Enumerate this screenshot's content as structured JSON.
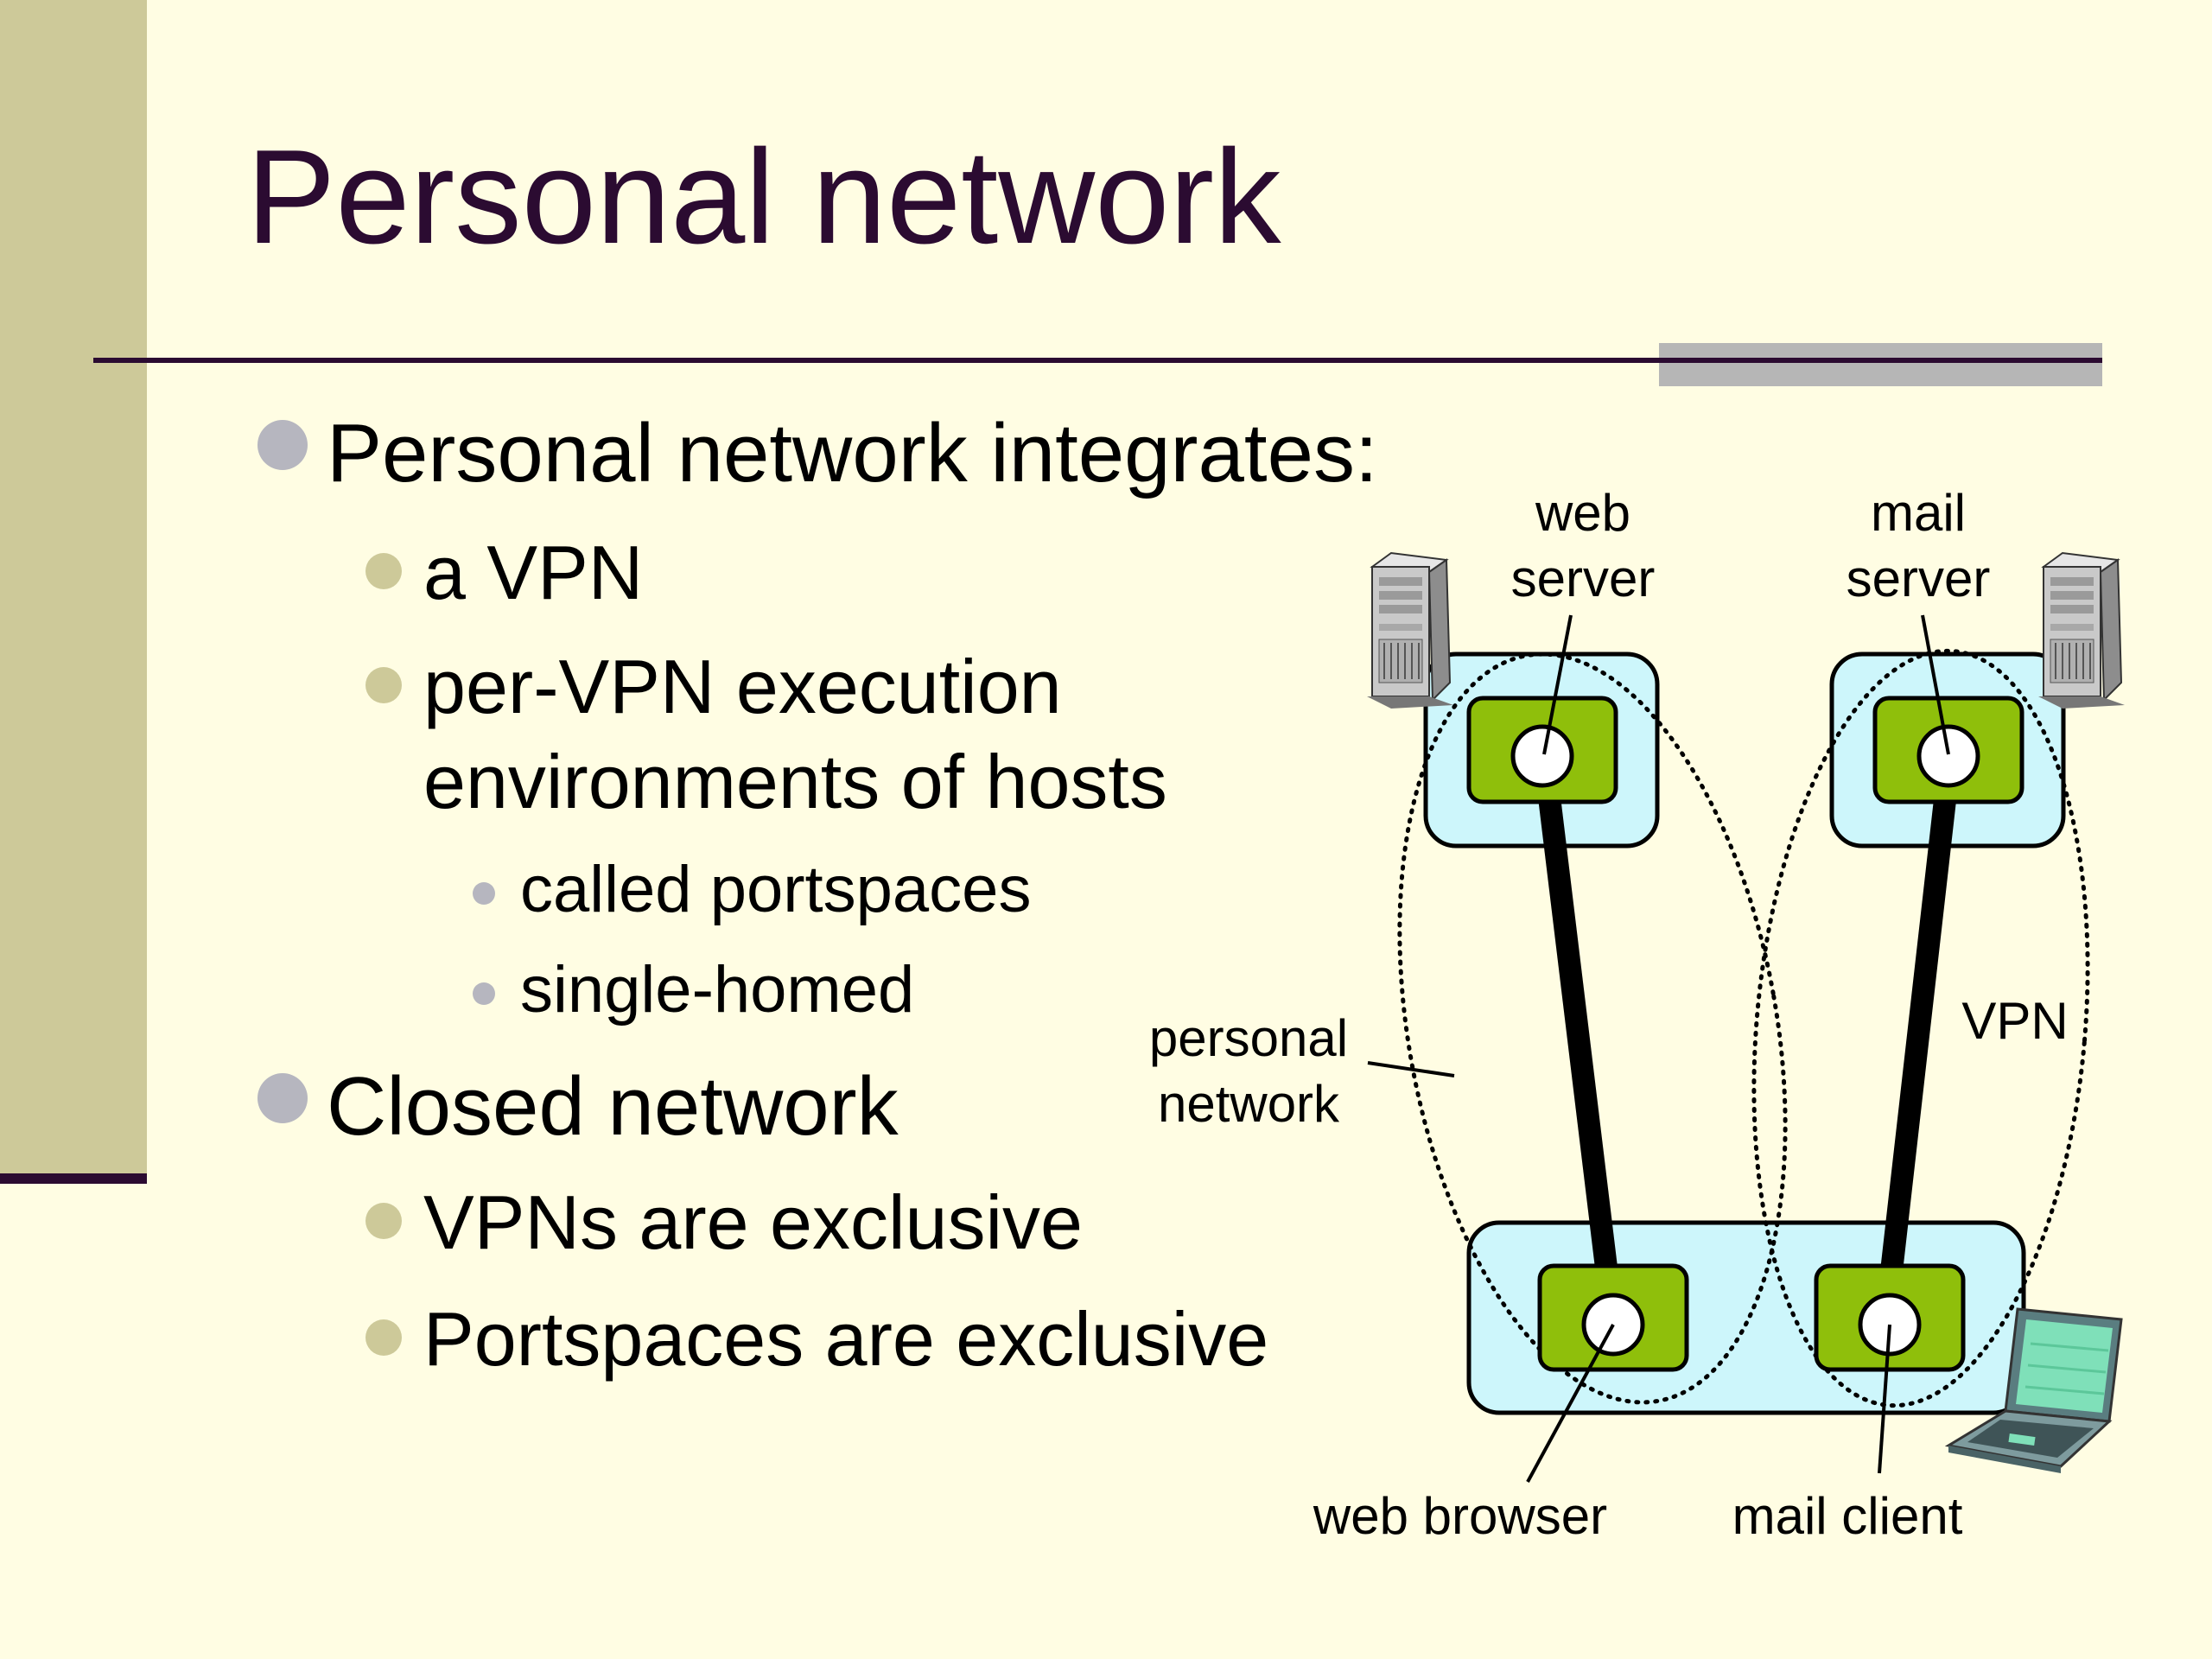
{
  "slide": {
    "title": "Personal network",
    "bullets": [
      {
        "level": 1,
        "text": "Personal network integrates:"
      },
      {
        "level": 2,
        "text": "a VPN"
      },
      {
        "level": 2,
        "text": "per-VPN execution"
      },
      {
        "level": 2,
        "text": "environments of hosts",
        "continuation": true
      },
      {
        "level": 3,
        "text": "called portspaces"
      },
      {
        "level": 3,
        "text": "single-homed"
      },
      {
        "level": 1,
        "text": "Closed network"
      },
      {
        "level": 2,
        "text": "VPNs are exclusive"
      },
      {
        "level": 2,
        "text": "Portspaces are exclusive"
      }
    ]
  },
  "diagram": {
    "labels": {
      "web_server_line1": "web",
      "web_server_line2": "server",
      "mail_server_line1": "mail",
      "mail_server_line2": "server",
      "personal_network_line1": "personal",
      "personal_network_line2": "network",
      "vpn": "VPN",
      "web_browser": "web browser",
      "mail_client": "mail client"
    },
    "colors": {
      "host_box": "#cdf6fb",
      "portspace": "#8fbf0b",
      "link": "#000000"
    },
    "icons": [
      "web-server-computer-icon",
      "mail-server-computer-icon",
      "laptop-icon"
    ]
  },
  "theme": {
    "background": "#fffde3",
    "sidebar": "#cdc999",
    "title_color": "#2b0b31",
    "rule_gray": "#b6b6b6"
  }
}
